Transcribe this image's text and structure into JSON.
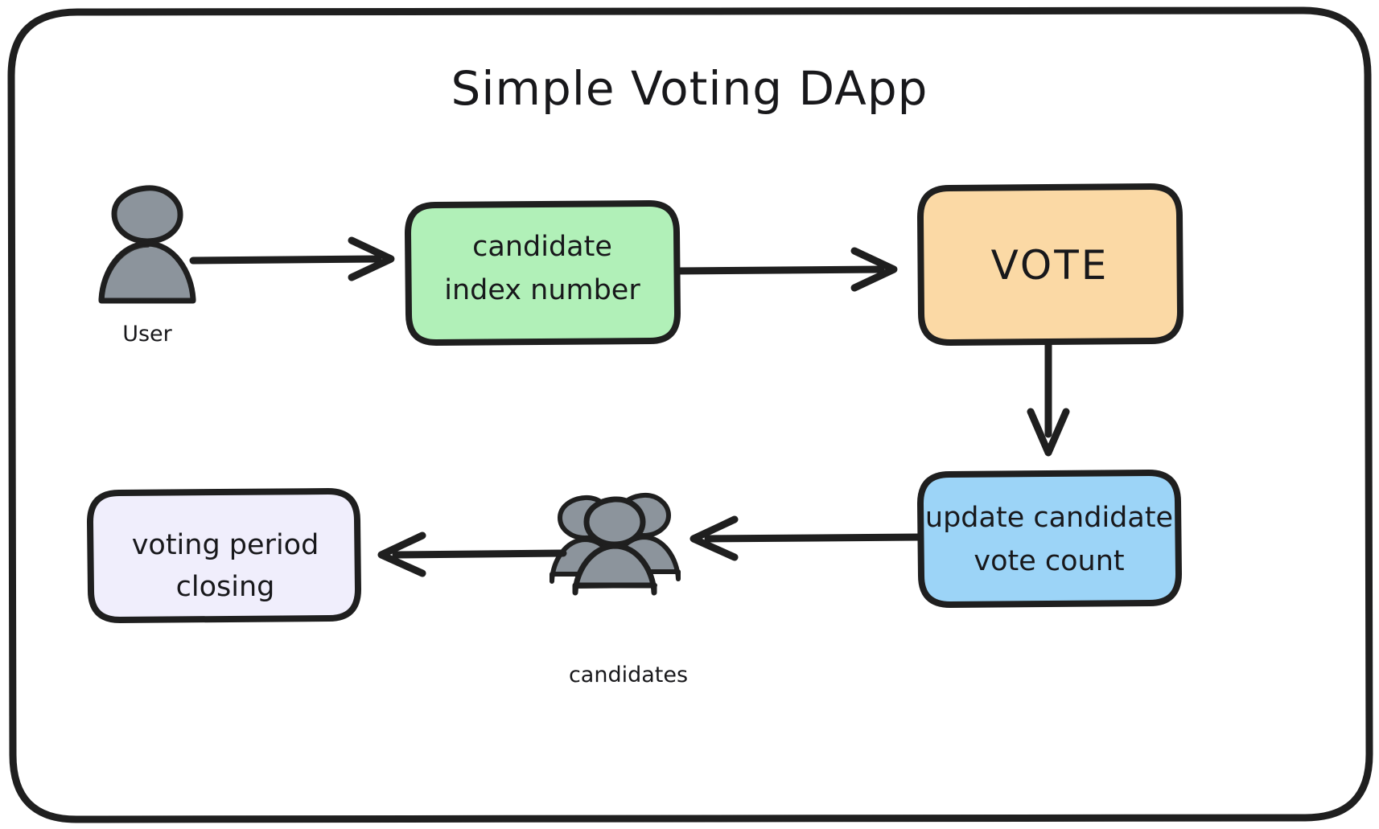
{
  "diagram": {
    "title": "Simple Voting DApp",
    "frame": {
      "name": "outer-frame",
      "stroke": "#1f1f1f",
      "fill": "#ffffff"
    },
    "nodes": [
      {
        "id": "candidate-index",
        "label_lines": [
          "candidate",
          "index number"
        ],
        "fill": "#b1f0b8",
        "stroke": "#1f1f1f",
        "shape": "rounded-rect"
      },
      {
        "id": "vote",
        "label_lines": [
          "VOTE"
        ],
        "fill": "#fbd9a5",
        "stroke": "#1f1f1f",
        "shape": "rounded-rect"
      },
      {
        "id": "update-vote-count",
        "label_lines": [
          "update candidate",
          "vote count"
        ],
        "fill": "#9cd4f7",
        "stroke": "#1f1f1f",
        "shape": "rounded-rect"
      },
      {
        "id": "voting-period-closing",
        "label_lines": [
          "voting period",
          "closing"
        ],
        "fill": "#f0eefc",
        "stroke": "#1f1f1f",
        "shape": "rounded-rect"
      }
    ],
    "actors": [
      {
        "id": "user",
        "caption": "User",
        "icon": "person-icon",
        "fill": "#8c949c",
        "stroke": "#1f1f1f"
      },
      {
        "id": "candidates",
        "caption": "candidates",
        "icon": "people-group-icon",
        "fill": "#8c949c",
        "stroke": "#1f1f1f"
      }
    ],
    "arrows": [
      {
        "id": "user-to-candidate-index",
        "from": "user",
        "to": "candidate-index",
        "direction": "right"
      },
      {
        "id": "candidate-index-to-vote",
        "from": "candidate-index",
        "to": "vote",
        "direction": "right"
      },
      {
        "id": "vote-to-update-count",
        "from": "vote",
        "to": "update-vote-count",
        "direction": "down"
      },
      {
        "id": "update-count-to-candidates",
        "from": "update-vote-count",
        "to": "candidates",
        "direction": "left"
      },
      {
        "id": "candidates-to-voting-period",
        "from": "candidates",
        "to": "voting-period-closing",
        "direction": "left"
      }
    ]
  }
}
